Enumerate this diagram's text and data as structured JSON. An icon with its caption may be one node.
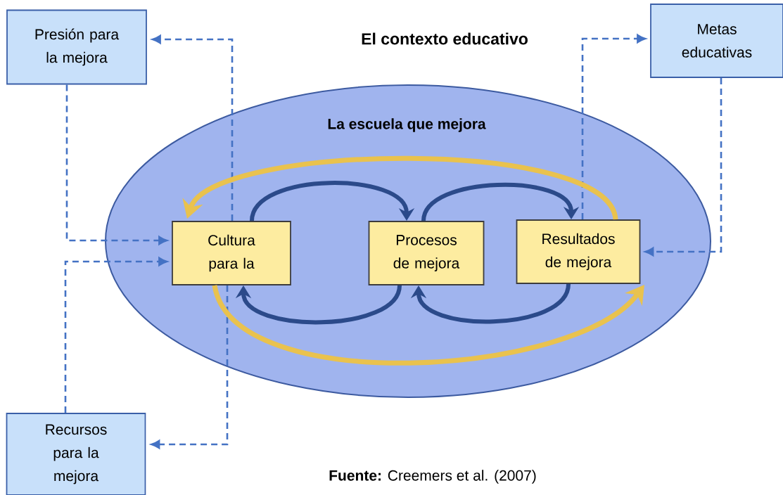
{
  "diagram": {
    "title": "El contexto educativo",
    "caption": "**Fuente:** Creemers et al. (2007)",
    "nodes": [
      {
        "text": [
          "Presión para la mejora"
        ]
      },
      {
        "text": [
          "Metas educativas"
        ]
      },
      {
        "text": [
          "La escuela que mejora"
        ]
      },
      {
        "text": [
          "Cultura para la"
        ],
        "in": 2
      },
      {
        "text": [
          "Procesos de mejora"
        ],
        "in": 2
      },
      {
        "text": [
          "Resultados de mejora"
        ],
        "in": 2
      },
      {
        "text": [
          "Recursos para la mejora"
        ]
      }
    ],
    "edges": [
      {
        "from": 3,
        "to": 0,
        "arrow": "to",
        "style": "dashed"
      },
      {
        "from": 0,
        "to": 3,
        "arrow": "to",
        "style": "dashed"
      },
      {
        "from": 6,
        "to": 3,
        "arrow": "to",
        "style": "dashed"
      },
      {
        "from": 3,
        "to": 6,
        "arrow": "to",
        "style": "dashed"
      },
      {
        "from": 5,
        "to": 1,
        "arrow": "to",
        "style": "dashed"
      },
      {
        "from": 1,
        "to": 5,
        "arrow": "to",
        "style": "dashed"
      },
      {
        "from": 3,
        "to": 4,
        "arrow": "to",
        "style": "thick",
        "color": "#2b4a8a"
      },
      {
        "from": 4,
        "to": 5,
        "arrow": "to",
        "style": "thick",
        "color": "#2b4a8a"
      },
      {
        "from": 5,
        "to": 4,
        "arrow": "to",
        "style": "thick",
        "color": "#2b4a8a"
      },
      {
        "from": 4,
        "to": 3,
        "arrow": "to",
        "style": "thick",
        "color": "#2b4a8a"
      },
      {
        "from": 5,
        "to": 3,
        "arrow": "to",
        "style": "thick",
        "color": "#e9c24e"
      },
      {
        "from": 3,
        "to": 5,
        "arrow": "to",
        "style": "thick",
        "color": "#e9c24e"
      }
    ]
  }
}
